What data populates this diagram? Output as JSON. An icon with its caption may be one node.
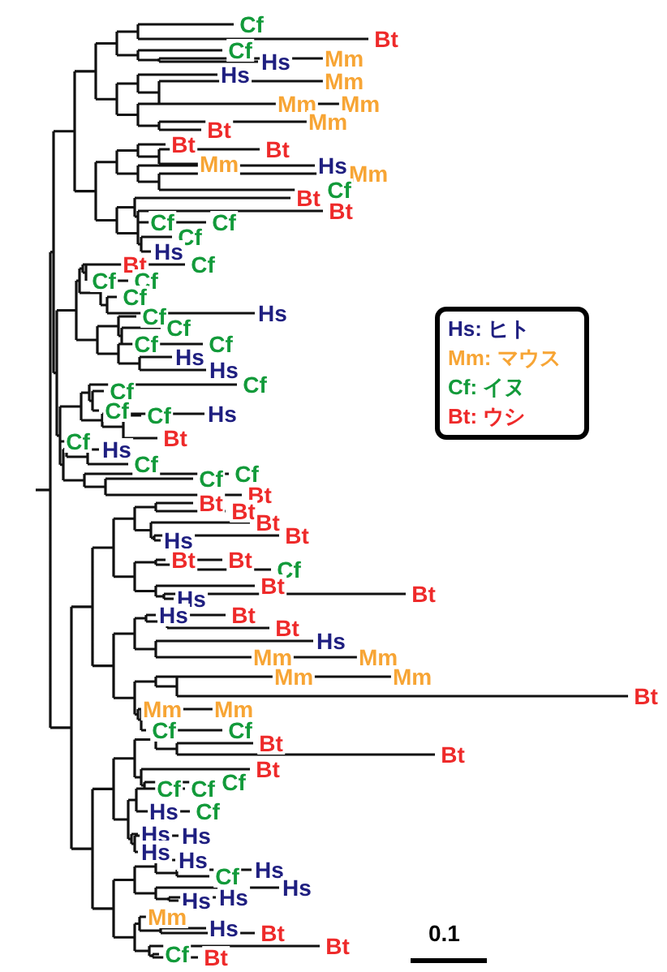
{
  "diagram": {
    "labels": [
      "Cf",
      "Bt",
      "Cf",
      "Hs",
      "Mm",
      "Hs",
      "Mm",
      "Mm",
      "Mm",
      "Mm",
      "Bt",
      "Bt",
      "Bt",
      "Mm",
      "Hs",
      "Mm",
      "Cf",
      "Bt",
      "Bt",
      "Cf",
      "Cf",
      "Cf",
      "Hs",
      "Cf",
      "Bt",
      "Cf",
      "Cf",
      "Cf",
      "Hs",
      "Cf",
      "Cf",
      "Cf",
      "Cf",
      "Hs",
      "Hs",
      "Cf",
      "Cf",
      "Cf",
      "Cf",
      "Hs",
      "Bt",
      "Cf",
      "Hs",
      "Cf",
      "Cf",
      "Cf",
      "Bt",
      "Bt",
      "Bt",
      "Bt",
      "Bt",
      "Hs",
      "Bt",
      "Bt",
      "Cf",
      "Bt",
      "Bt",
      "Hs",
      "Hs",
      "Bt",
      "Bt",
      "Hs",
      "Mm",
      "Mm",
      "Mm",
      "Mm",
      "Bt",
      "Mm",
      "Mm",
      "Cf",
      "Cf",
      "Bt",
      "Bt",
      "Bt",
      "Cf",
      "Cf",
      "Cf",
      "Hs",
      "Cf",
      "Hs",
      "Hs",
      "Hs",
      "Hs",
      "Hs",
      "Cf",
      "Hs",
      "Hs",
      "Hs",
      "Mm",
      "Hs",
      "Bt",
      "Bt",
      "Cf",
      "Bt",
      "0.1"
    ],
    "legend": [
      {
        "text": "Hs: ヒト",
        "color": "#1f1f80"
      },
      {
        "text": "Mm: マウス",
        "color": "#f7a535"
      },
      {
        "text": "Cf: イヌ",
        "color": "#129a3a"
      },
      {
        "text": "Bt: ウシ",
        "color": "#ee2a2a"
      }
    ]
  }
}
